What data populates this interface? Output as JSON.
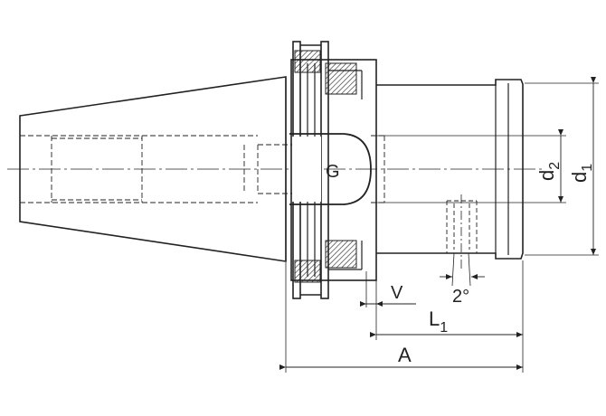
{
  "drawing": {
    "labels": {
      "thread": "G",
      "d1": "d",
      "d1_sub": "1",
      "d2": "d",
      "d2_sub": "2",
      "v": "V",
      "l1": "L",
      "l1_sub": "1",
      "a": "A",
      "angle": "2°"
    },
    "colors": {
      "line": "#222222",
      "hatch": "#222222",
      "background": "#ffffff"
    }
  }
}
